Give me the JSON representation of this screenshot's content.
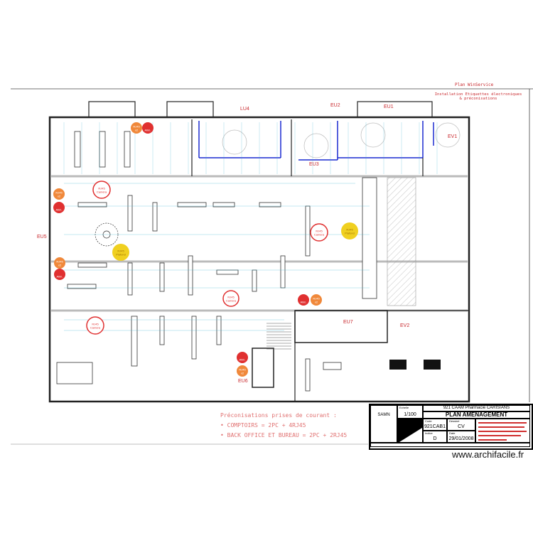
{
  "header": {
    "title": "Plan WinService",
    "subtitle_line1": "Installation Etiquettes électroniques",
    "subtitle_line2": "& préconisations"
  },
  "notes": {
    "heading": "Préconisations prises de courant :",
    "items": [
      "• COMPTOIRS = 2PC + 4RJ45",
      "• BACK OFFICE ET BUREAU = 2PC + 2RJ45"
    ]
  },
  "title_block": {
    "company": "SAMN",
    "scale_label": "Echelle",
    "scale": "1/100",
    "project": "921 CAAM Pharmacie CARISIANS",
    "drawing_title": "PLAN AMENAGEMENT",
    "code_label": "Code",
    "code": "921CAB1",
    "author_label": "Dessiné",
    "author": "CV",
    "index_label": "Indice",
    "index": "D",
    "date_label": "Date",
    "date": "29/01/2008"
  },
  "watermark": "www.archifacile.fr",
  "zones": [
    "LU4",
    "EU2",
    "EU1",
    "EU3",
    "EV1",
    "EU5",
    "EU6",
    "EU7",
    "EV2"
  ],
  "marker_types": {
    "rj45x2": {
      "line1": "RJ45",
      "line2": "x2",
      "color": "#f0883a"
    },
    "alim": {
      "line1": "",
      "line2": "Alim.",
      "color": "#e03030"
    },
    "camera": {
      "line1": "RJ45",
      "line2": "Caméra",
      "color": "#e03030"
    },
    "plafond": {
      "line1": "RJ45",
      "line2": "Plafond",
      "color": "#f0d020"
    }
  },
  "colors": {
    "walls": "#222222",
    "dimensions": "#3bb0d0",
    "partitions": "#1a2ad0",
    "annotations": "#c8282d"
  }
}
